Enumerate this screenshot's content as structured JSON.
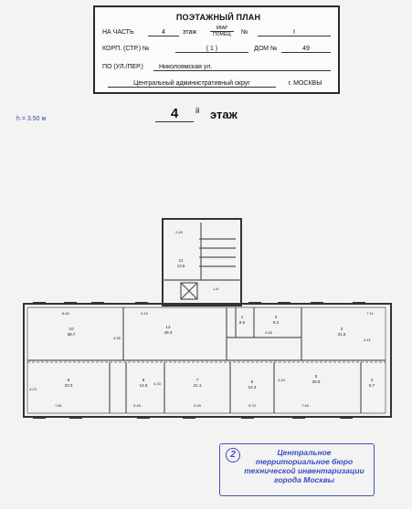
{
  "header": {
    "title": "ПОЭТАЖНЫЙ ПЛАН",
    "part_label": "НА ЧАСТЬ",
    "part_value": "4",
    "floor_label": "этаж",
    "kvar_label": "КВАР",
    "pomesch_label": "ПОМЕЩ",
    "no_label": "№",
    "no_value": "I",
    "korp_label": "КОРП. (СТР.) №",
    "korp_value": "( 1 )",
    "dom_label": "ДОМ №",
    "dom_value": "49",
    "street_label": "ПО (УЛ./ПЕР.)",
    "street_value": "Николоямская ул.",
    "district_value": "Центральный административный округ",
    "city_value": "г. МОСКВЫ"
  },
  "height_note": "h = 3.50 м",
  "floor": {
    "number": "4",
    "superscript": "й",
    "word": "этаж"
  },
  "plan": {
    "rooms": [
      {
        "id": "1",
        "area": "8.6"
      },
      {
        "id": "2",
        "area": "9.2"
      },
      {
        "id": "3",
        "area": "31.5"
      },
      {
        "id": "4",
        "area": "6.7"
      },
      {
        "id": "5",
        "area": "30.9"
      },
      {
        "id": "6",
        "area": "14.4"
      },
      {
        "id": "7",
        "area": "21.1"
      },
      {
        "id": "8",
        "area": "14.5"
      },
      {
        "id": "9",
        "area": "33.0"
      },
      {
        "id": "10",
        "area": "38.7"
      },
      {
        "id": "11",
        "area": "13.5"
      },
      {
        "id": "12",
        "area": "49.3"
      }
    ],
    "dimensions": [
      "8.60",
      "9.15",
      "7.11",
      "7.81",
      "5.45",
      "5.39",
      "5.70",
      "7.45",
      "3.45",
      "2.45",
      "4.35",
      "4.33",
      "4.24",
      "4.41",
      "4.23"
    ],
    "marker": "1 A"
  },
  "stamp": {
    "number": "2",
    "lines": [
      "Центральное",
      "территориальное бюро",
      "технической инвентаризации",
      "города Москвы"
    ]
  }
}
